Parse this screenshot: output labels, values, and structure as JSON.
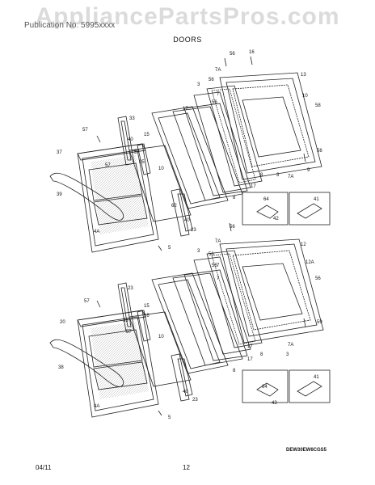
{
  "watermark": "AppliancePartsPros.com",
  "header": {
    "text": "Publication No. 5995xxxx",
    "section": "DOORS"
  },
  "diagram_code": "DEW30EW6CGS5",
  "footer": {
    "date": "04/11",
    "page": "12"
  },
  "callouts": {
    "upper": [
      "56",
      "16",
      "7A",
      "13",
      "56",
      "3",
      "10",
      "7",
      "58",
      "56",
      "17",
      "15",
      "40",
      "33",
      "57",
      "57",
      "35",
      "57",
      "37",
      "39",
      "10",
      "17",
      "8",
      "56",
      "7A",
      "3",
      "40",
      "9",
      "64",
      "41",
      "62",
      "42",
      "23",
      "4A",
      "5",
      "8"
    ],
    "lower": [
      "56",
      "7A",
      "12",
      "3",
      "56",
      "7",
      "12A",
      "56",
      "23",
      "7",
      "57",
      "15",
      "16",
      "10",
      "59",
      "56",
      "20",
      "57",
      "33",
      "17",
      "8",
      "3",
      "7A",
      "38",
      "8",
      "64",
      "41",
      "40",
      "4A",
      "5",
      "23",
      "43",
      "17"
    ]
  }
}
